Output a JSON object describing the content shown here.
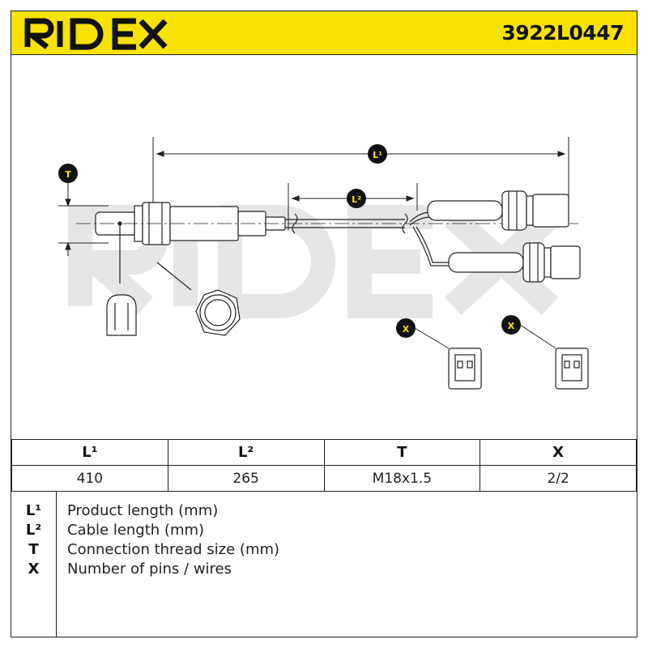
{
  "header": {
    "brand": "RIDEX",
    "part_number": "3922L0447",
    "background_color": "#f7e200"
  },
  "drawing": {
    "watermark": "RIDEX",
    "dimension_labels": {
      "overall_length": "L¹",
      "cable_length": "L²",
      "thread": "T",
      "connector_a": "X",
      "connector_b": "X"
    }
  },
  "spec_table": {
    "headers": [
      "L¹",
      "L²",
      "T",
      "X"
    ],
    "values": [
      "410",
      "265",
      "M18x1.5",
      "2/2"
    ]
  },
  "legend": [
    {
      "symbol": "L¹",
      "description": "Product length (mm)"
    },
    {
      "symbol": "L²",
      "description": "Cable length (mm)"
    },
    {
      "symbol": "T",
      "description": "Connection thread size (mm)"
    },
    {
      "symbol": "X",
      "description": "Number of pins / wires"
    }
  ]
}
